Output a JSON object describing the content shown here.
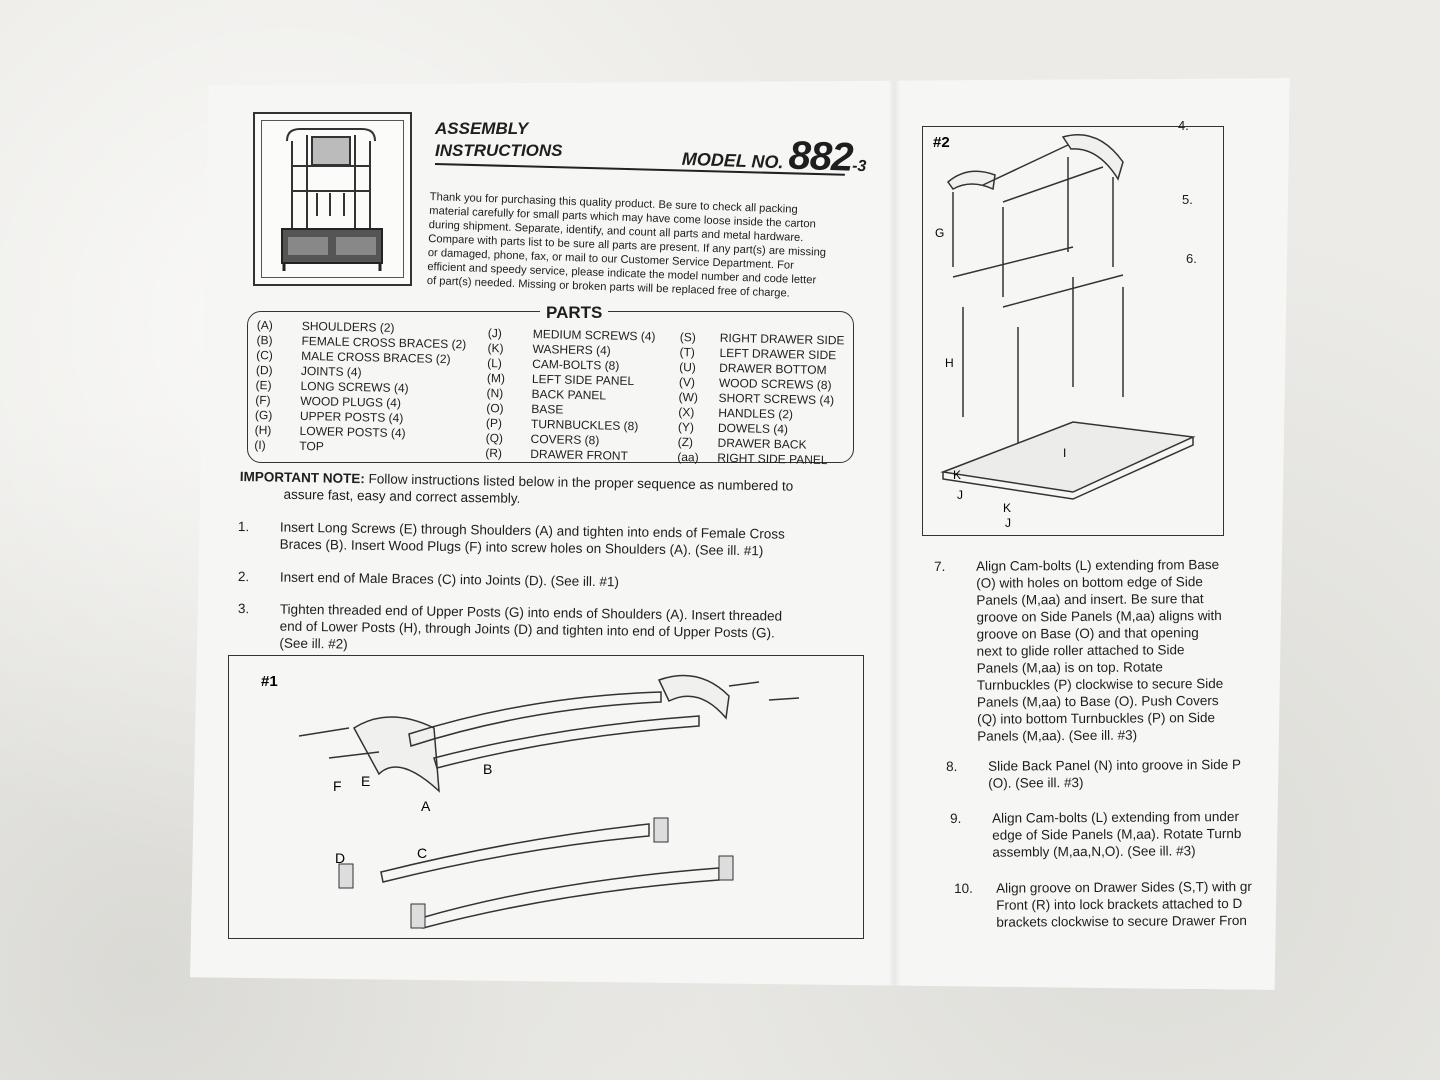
{
  "header": {
    "assembly_title_line1": "ASSEMBLY",
    "assembly_title_line2": "INSTRUCTIONS",
    "model_label": "MODEL NO.",
    "model_number": "882",
    "model_suffix": "-3"
  },
  "intro_lines": [
    "Thank you for purchasing this quality product. Be sure to check all packing",
    "material carefully for small parts which may have come loose inside the carton",
    "during shipment. Separate, identify, and count all parts and metal hardware.",
    "Compare with parts list to be sure all parts are present. If any part(s) are missing",
    "or damaged, phone, fax, or mail to our Customer Service Department. For",
    "efficient and speedy service, please indicate the model number and code letter",
    "of part(s) needed. Missing or broken parts will be replaced free of charge."
  ],
  "parts": {
    "title": "PARTS",
    "col1": [
      {
        "code": "(A)",
        "name": "SHOULDERS (2)"
      },
      {
        "code": "(B)",
        "name": "FEMALE CROSS BRACES (2)"
      },
      {
        "code": "(C)",
        "name": "MALE CROSS BRACES (2)"
      },
      {
        "code": "(D)",
        "name": "JOINTS (4)"
      },
      {
        "code": "(E)",
        "name": "LONG SCREWS (4)"
      },
      {
        "code": "(F)",
        "name": "WOOD PLUGS (4)"
      },
      {
        "code": "(G)",
        "name": "UPPER POSTS (4)"
      },
      {
        "code": "(H)",
        "name": "LOWER POSTS (4)"
      },
      {
        "code": "(I)",
        "name": "TOP"
      }
    ],
    "col2": [
      {
        "code": "(J)",
        "name": "MEDIUM SCREWS (4)"
      },
      {
        "code": "(K)",
        "name": "WASHERS (4)"
      },
      {
        "code": "(L)",
        "name": "CAM-BOLTS (8)"
      },
      {
        "code": "(M)",
        "name": "LEFT SIDE PANEL"
      },
      {
        "code": "(N)",
        "name": "BACK PANEL"
      },
      {
        "code": "(O)",
        "name": "BASE"
      },
      {
        "code": "(P)",
        "name": "TURNBUCKLES (8)"
      },
      {
        "code": "(Q)",
        "name": "COVERS (8)"
      },
      {
        "code": "(R)",
        "name": "DRAWER FRONT"
      }
    ],
    "col3": [
      {
        "code": "(S)",
        "name": "RIGHT DRAWER SIDE"
      },
      {
        "code": "(T)",
        "name": "LEFT DRAWER SIDE"
      },
      {
        "code": "(U)",
        "name": "DRAWER BOTTOM"
      },
      {
        "code": "(V)",
        "name": "WOOD SCREWS (8)"
      },
      {
        "code": "(W)",
        "name": "SHORT SCREWS (4)"
      },
      {
        "code": "(X)",
        "name": "HANDLES (2)"
      },
      {
        "code": "(Y)",
        "name": "DOWELS (4)"
      },
      {
        "code": "(Z)",
        "name": "DRAWER BACK"
      },
      {
        "code": "(aa)",
        "name": "RIGHT SIDE PANEL"
      }
    ]
  },
  "important_note": {
    "label": "IMPORTANT NOTE:",
    "text_line1": "Follow instructions listed below in the proper sequence as numbered to",
    "text_line2": "assure fast, easy and correct assembly."
  },
  "steps_left": [
    {
      "num": "1.",
      "lines": [
        "Insert Long Screws (E) through Shoulders (A) and tighten into ends of Female Cross",
        "Braces (B). Insert Wood Plugs (F) into screw holes on Shoulders (A). (See ill. #1)"
      ]
    },
    {
      "num": "2.",
      "lines": [
        "Insert  end of Male Braces (C) into Joints (D). (See ill. #1)"
      ]
    },
    {
      "num": "3.",
      "lines": [
        "Tighten threaded end of Upper Posts (G) into ends of Shoulders (A). Insert threaded",
        "end of Lower Posts (H), through Joints (D) and tighten into end of Upper Posts (G).",
        "(See ill. #2)"
      ]
    }
  ],
  "steps_right": [
    {
      "num": "7.",
      "lines": [
        "Align Cam-bolts (L) extending from Base",
        "(O) with holes on bottom edge of Side",
        "Panels (M,aa) and insert. Be sure that",
        "groove on Side Panels (M,aa) aligns with",
        "groove on Base (O) and that opening",
        "next to glide roller attached to Side",
        "Panels (M,aa) is on top. Rotate",
        "Turnbuckles (P) clockwise to secure Side",
        "Panels (M,aa) to Base (O). Push Covers",
        "(Q) into bottom Turnbuckles (P) on Side",
        "Panels (M,aa). (See ill. #3)"
      ]
    },
    {
      "num": "8.",
      "lines": [
        "Slide Back Panel (N) into groove in Side P",
        "(O). (See ill. #3)"
      ]
    },
    {
      "num": "9.",
      "lines": [
        "Align Cam-bolts (L) extending from under",
        "edge of Side Panels (M,aa). Rotate Turnb",
        "assembly (M,aa,N,O). (See ill. #3)"
      ]
    },
    {
      "num": "10.",
      "lines": [
        "Align groove on Drawer Sides (S,T) with gr",
        "Front (R) into lock brackets attached to D",
        "brackets clockwise to secure Drawer Fron"
      ]
    }
  ],
  "side_numbers": [
    "4.",
    "5.",
    "6."
  ],
  "illustration1": {
    "label": "#1",
    "parts": {
      "F": "F",
      "E": "E",
      "A": "A",
      "B": "B",
      "C": "C",
      "D": "D"
    }
  },
  "illustration2": {
    "label": "#2",
    "parts": {
      "G": "G",
      "H": "H",
      "I": "I",
      "K1": "K",
      "J1": "J",
      "K2": "K",
      "J2": "J"
    }
  },
  "colors": {
    "paper": "#f6f6f4",
    "ink": "#1e1e1e",
    "cloth": "#ecebe7"
  }
}
